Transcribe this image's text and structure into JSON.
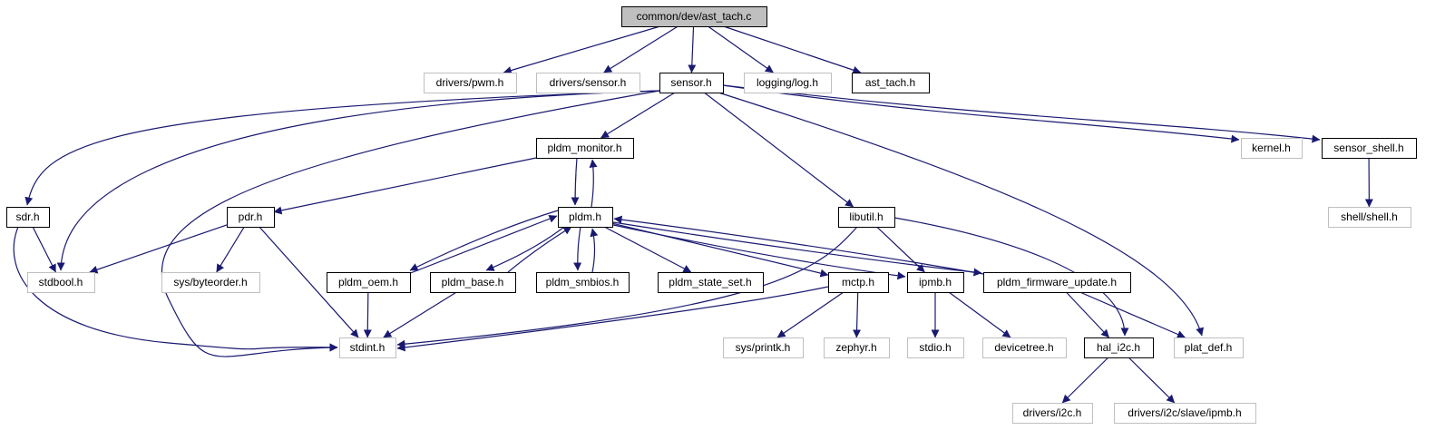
{
  "graph": {
    "root": "common/dev/ast_tach.c",
    "colors": {
      "edge": "#191970",
      "root_fill": "#bfbfbf",
      "external_border": "#bfbfbf",
      "documented_border": "#000000"
    },
    "nodes": [
      {
        "id": "root",
        "label": "common/dev/ast_tach.c",
        "kind": "root"
      },
      {
        "id": "pwm",
        "label": "drivers/pwm.h",
        "kind": "external"
      },
      {
        "id": "dsensor",
        "label": "drivers/sensor.h",
        "kind": "external"
      },
      {
        "id": "sensor",
        "label": "sensor.h",
        "kind": "primary"
      },
      {
        "id": "log",
        "label": "logging/log.h",
        "kind": "external"
      },
      {
        "id": "asttach",
        "label": "ast_tach.h",
        "kind": "primary"
      },
      {
        "id": "pldm_monitor",
        "label": "pldm_monitor.h",
        "kind": "primary"
      },
      {
        "id": "kernel",
        "label": "kernel.h",
        "kind": "external"
      },
      {
        "id": "sensor_shell",
        "label": "sensor_shell.h",
        "kind": "primary"
      },
      {
        "id": "sdr",
        "label": "sdr.h",
        "kind": "primary"
      },
      {
        "id": "pdr",
        "label": "pdr.h",
        "kind": "primary"
      },
      {
        "id": "pldm",
        "label": "pldm.h",
        "kind": "primary"
      },
      {
        "id": "libutil",
        "label": "libutil.h",
        "kind": "primary"
      },
      {
        "id": "shell",
        "label": "shell/shell.h",
        "kind": "external"
      },
      {
        "id": "stdbool",
        "label": "stdbool.h",
        "kind": "external"
      },
      {
        "id": "byteorder",
        "label": "sys/byteorder.h",
        "kind": "external"
      },
      {
        "id": "pldm_oem",
        "label": "pldm_oem.h",
        "kind": "primary"
      },
      {
        "id": "pldm_base",
        "label": "pldm_base.h",
        "kind": "primary"
      },
      {
        "id": "pldm_smbios",
        "label": "pldm_smbios.h",
        "kind": "primary"
      },
      {
        "id": "pldm_state_set",
        "label": "pldm_state_set.h",
        "kind": "primary"
      },
      {
        "id": "mctp",
        "label": "mctp.h",
        "kind": "primary"
      },
      {
        "id": "ipmb",
        "label": "ipmb.h",
        "kind": "primary"
      },
      {
        "id": "pldm_fw",
        "label": "pldm_firmware_update.h",
        "kind": "primary"
      },
      {
        "id": "stdint",
        "label": "stdint.h",
        "kind": "external"
      },
      {
        "id": "printk",
        "label": "sys/printk.h",
        "kind": "external"
      },
      {
        "id": "zephyr",
        "label": "zephyr.h",
        "kind": "external"
      },
      {
        "id": "stdio",
        "label": "stdio.h",
        "kind": "external"
      },
      {
        "id": "devicetree",
        "label": "devicetree.h",
        "kind": "external"
      },
      {
        "id": "hal_i2c",
        "label": "hal_i2c.h",
        "kind": "primary"
      },
      {
        "id": "plat_def",
        "label": "plat_def.h",
        "kind": "external"
      },
      {
        "id": "di2c",
        "label": "drivers/i2c.h",
        "kind": "external"
      },
      {
        "id": "slave_ipmb",
        "label": "drivers/i2c/slave/ipmb.h",
        "kind": "external"
      }
    ],
    "edges": [
      [
        "root",
        "pwm"
      ],
      [
        "root",
        "dsensor"
      ],
      [
        "root",
        "sensor"
      ],
      [
        "root",
        "log"
      ],
      [
        "root",
        "asttach"
      ],
      [
        "sensor",
        "sdr"
      ],
      [
        "sensor",
        "stdbool"
      ],
      [
        "sensor",
        "stdint"
      ],
      [
        "sensor",
        "pldm_monitor"
      ],
      [
        "sensor",
        "libutil"
      ],
      [
        "sensor",
        "plat_def"
      ],
      [
        "sensor",
        "kernel"
      ],
      [
        "sensor",
        "sensor_shell"
      ],
      [
        "sensor_shell",
        "shell"
      ],
      [
        "pldm_monitor",
        "pldm"
      ],
      [
        "pldm_monitor",
        "pdr"
      ],
      [
        "sdr",
        "stdbool"
      ],
      [
        "sdr",
        "stdint"
      ],
      [
        "pdr",
        "stdbool"
      ],
      [
        "pdr",
        "byteorder"
      ],
      [
        "pdr",
        "stdint"
      ],
      [
        "pldm",
        "pldm_monitor"
      ],
      [
        "pldm",
        "pldm_oem"
      ],
      [
        "pldm",
        "pldm_base"
      ],
      [
        "pldm",
        "pldm_smbios"
      ],
      [
        "pldm",
        "pldm_state_set"
      ],
      [
        "pldm",
        "mctp"
      ],
      [
        "pldm",
        "ipmb"
      ],
      [
        "pldm",
        "pldm_fw"
      ],
      [
        "pldm_oem",
        "pldm"
      ],
      [
        "pldm_oem",
        "stdint"
      ],
      [
        "pldm_base",
        "pldm"
      ],
      [
        "pldm_base",
        "stdint"
      ],
      [
        "pldm_smbios",
        "pldm"
      ],
      [
        "pldm_fw",
        "pldm"
      ],
      [
        "pldm_fw",
        "hal_i2c"
      ],
      [
        "pldm_fw",
        "plat_def"
      ],
      [
        "libutil",
        "stdint"
      ],
      [
        "libutil",
        "ipmb"
      ],
      [
        "libutil",
        "hal_i2c"
      ],
      [
        "mctp",
        "stdint"
      ],
      [
        "mctp",
        "printk"
      ],
      [
        "mctp",
        "zephyr"
      ],
      [
        "ipmb",
        "stdio"
      ],
      [
        "ipmb",
        "devicetree"
      ],
      [
        "hal_i2c",
        "di2c"
      ],
      [
        "hal_i2c",
        "slave_ipmb"
      ]
    ]
  }
}
